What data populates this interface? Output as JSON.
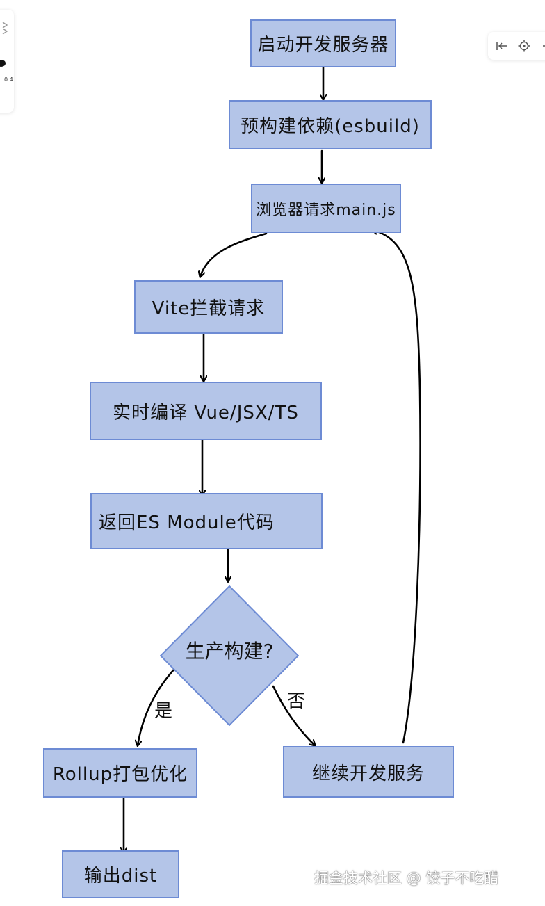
{
  "colors": {
    "node_fill": "#b4c5e8",
    "node_border": "#6d8bd4",
    "line": "#000000",
    "background": "#ffffff"
  },
  "nodes": {
    "start_dev_server": "启动开发服务器",
    "prebuild_deps": "预构建依赖(esbuild)",
    "browser_request": "浏览器请求main.js",
    "vite_intercept": "Vite拦截请求",
    "realtime_compile": "实时编译 Vue/JSX/TS",
    "return_esm": "返回ES Module代码",
    "prod_build": "生产构建?",
    "rollup_bundle": "Rollup打包优化",
    "continue_dev": "继续开发服务",
    "output_dist": "输出dist"
  },
  "edge_labels": {
    "yes": "是",
    "no": "否"
  },
  "left_panel": {
    "zoom_value": "0.4",
    "top_icon": "chevron-double-icon",
    "dot_icon": "brush-dot-icon"
  },
  "toolbar": {
    "icons": [
      "collapse-left-icon",
      "locate-icon",
      "minus-icon"
    ]
  },
  "watermark": "掘金技术社区 @ 饺子不吃醋"
}
